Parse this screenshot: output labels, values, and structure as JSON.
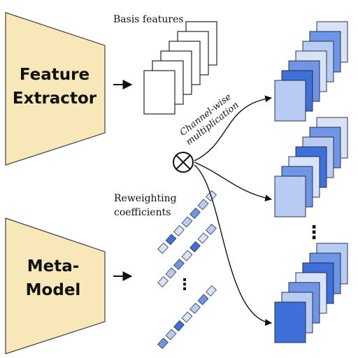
{
  "modules": {
    "feature_extractor": {
      "line1": "Feature",
      "line2": "Extractor"
    },
    "meta_model": {
      "line1": "Meta-",
      "line2": "Model"
    }
  },
  "labels": {
    "basis_features": "Basis features",
    "reweighting_line1": "Reweighting",
    "reweighting_line2": "coefficients",
    "channel_line1": "Channel-wise",
    "channel_line2": "multiplication"
  },
  "ellipsis": "⋮",
  "colors": {
    "module_fill": "#F8E7B9",
    "module_stroke": "#444444",
    "blue_dark": "#3F6FD8",
    "blue_mid": "#6F95E6",
    "blue_light": "#B7CBF3",
    "blue_pale": "#D9E3F8"
  }
}
